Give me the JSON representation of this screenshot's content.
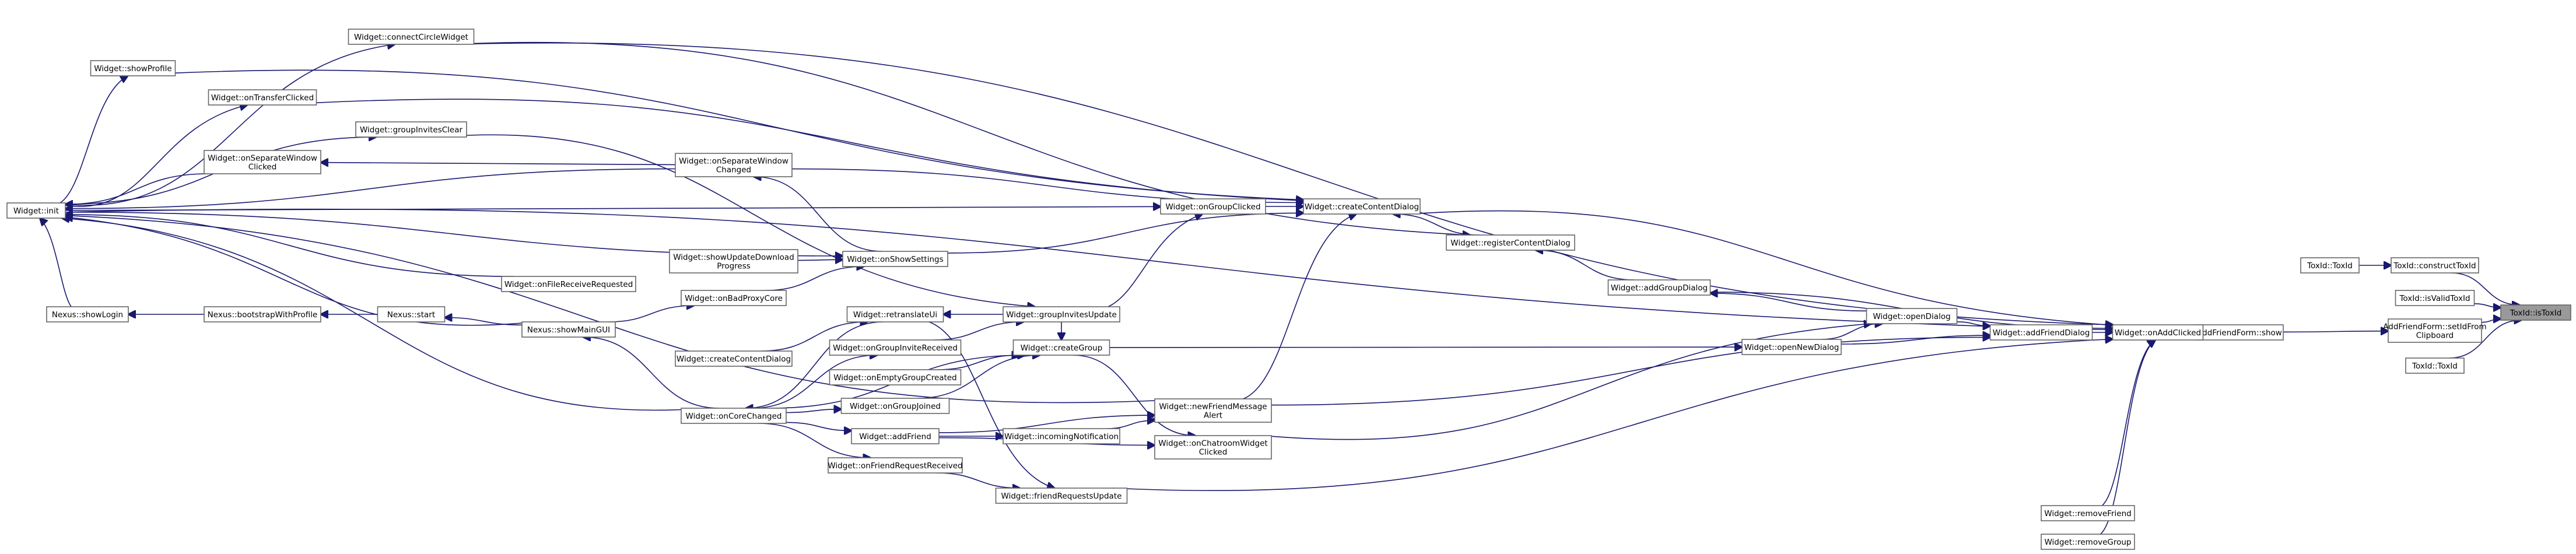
{
  "nodes": [
    {
      "id": "n_toxid_isvalid",
      "lines": [
        "ToxId::isToxId"
      ],
      "highlight": true
    },
    {
      "id": "n_construct",
      "lines": [
        "ToxId::constructToxId"
      ]
    },
    {
      "id": "n_toxid_toxid1",
      "lines": [
        "ToxId::ToxId"
      ]
    },
    {
      "id": "n_isvalidtoxid",
      "lines": [
        "ToxId::isValidToxId"
      ]
    },
    {
      "id": "n_setidfromclip",
      "lines": [
        "AddFriendForm::setIdFrom",
        "Clipboard"
      ]
    },
    {
      "id": "n_toxid_toxid2",
      "lines": [
        "ToxId::ToxId"
      ]
    },
    {
      "id": "n_afform_show",
      "lines": [
        "AddFriendForm::show"
      ]
    },
    {
      "id": "n_onaddclicked",
      "lines": [
        "Widget::onAddClicked"
      ]
    },
    {
      "id": "n_removefriend",
      "lines": [
        "Widget::removeFriend"
      ]
    },
    {
      "id": "n_removegroup",
      "lines": [
        "Widget::removeGroup"
      ]
    },
    {
      "id": "n_addfrienddialog",
      "lines": [
        "Widget::addFriendDialog"
      ]
    },
    {
      "id": "n_opendialog",
      "lines": [
        "Widget::openDialog"
      ]
    },
    {
      "id": "n_addgroupdialog",
      "lines": [
        "Widget::addGroupDialog"
      ]
    },
    {
      "id": "n_opennewdialog",
      "lines": [
        "Widget::openNewDialog"
      ]
    },
    {
      "id": "n_registercontent",
      "lines": [
        "Widget::registerContentDialog"
      ]
    },
    {
      "id": "n_createcontent",
      "lines": [
        "Widget::createContentDialog"
      ]
    },
    {
      "id": "n_ongroupclicked",
      "lines": [
        "Widget::onGroupClicked"
      ]
    },
    {
      "id": "n_newfriendmsg",
      "lines": [
        "Widget::newFriendMessage",
        "Alert"
      ]
    },
    {
      "id": "n_onchatroom",
      "lines": [
        "Widget::onChatroomWidget",
        "Clicked"
      ]
    },
    {
      "id": "n_connectcircle",
      "lines": [
        "Widget::connectCircleWidget"
      ]
    },
    {
      "id": "n_showprofile",
      "lines": [
        "Widget::showProfile"
      ]
    },
    {
      "id": "n_ontransfer",
      "lines": [
        "Widget::onTransferClicked"
      ]
    },
    {
      "id": "n_groupinvitesclear",
      "lines": [
        "Widget::groupInvitesClear"
      ]
    },
    {
      "id": "n_onseparatewin_clk",
      "lines": [
        "Widget::onSeparateWindow",
        "Clicked"
      ]
    },
    {
      "id": "n_onseparatewin_chg",
      "lines": [
        "Widget::onSeparateWindow",
        "Changed"
      ]
    },
    {
      "id": "n_init",
      "lines": [
        "Widget::init"
      ]
    },
    {
      "id": "n_onshowsettings",
      "lines": [
        "Widget::onShowSettings"
      ]
    },
    {
      "id": "n_showupdatedl",
      "lines": [
        "Widget::showUpdateDownload",
        "Progress"
      ]
    },
    {
      "id": "n_onfilereceive",
      "lines": [
        "Widget::onFileReceiveRequested"
      ]
    },
    {
      "id": "n_onbadproxy",
      "lines": [
        "Widget::onBadProxyCore"
      ]
    },
    {
      "id": "n_nexus_showlogin",
      "lines": [
        "Nexus::showLogin"
      ]
    },
    {
      "id": "n_nexus_bootstrap",
      "lines": [
        "Nexus::bootstrapWithProfile"
      ]
    },
    {
      "id": "n_nexus_start",
      "lines": [
        "Nexus::start"
      ]
    },
    {
      "id": "n_nexus_showmain",
      "lines": [
        "Nexus::showMainGUI"
      ]
    },
    {
      "id": "n_retranslate",
      "lines": [
        "Widget::retranslateUi"
      ]
    },
    {
      "id": "n_groupinvitesupdate",
      "lines": [
        "Widget::groupInvitesUpdate"
      ]
    },
    {
      "id": "n_creatcontent2",
      "lines": [
        "Widget::createContentDialog"
      ]
    },
    {
      "id": "n_ongroupinvite",
      "lines": [
        "Widget::onGroupInviteReceived"
      ]
    },
    {
      "id": "n_creategroup",
      "lines": [
        "Widget::createGroup"
      ]
    },
    {
      "id": "n_onemptygroup",
      "lines": [
        "Widget::onEmptyGroupCreated"
      ]
    },
    {
      "id": "n_ongroupjoined",
      "lines": [
        "Widget::onGroupJoined"
      ]
    },
    {
      "id": "n_oncorechanged",
      "lines": [
        "Widget::onCoreChanged"
      ]
    },
    {
      "id": "n_addfriend",
      "lines": [
        "Widget::addFriend"
      ]
    },
    {
      "id": "n_incomingnotif",
      "lines": [
        "Widget::incomingNotification"
      ]
    },
    {
      "id": "n_onfriendreq",
      "lines": [
        "Widget::onFriendRequestReceived"
      ]
    },
    {
      "id": "n_friendrequpdate",
      "lines": [
        "Widget::friendRequestsUpdate"
      ]
    }
  ],
  "edges": [
    [
      "n_construct",
      "n_toxid_isvalid"
    ],
    [
      "n_isvalidtoxid",
      "n_toxid_isvalid"
    ],
    [
      "n_setidfromclip",
      "n_toxid_isvalid"
    ],
    [
      "n_toxid_toxid2",
      "n_toxid_isvalid"
    ],
    [
      "n_toxid_toxid1",
      "n_construct"
    ],
    [
      "n_afform_show",
      "n_setidfromclip"
    ],
    [
      "n_onaddclicked",
      "n_afform_show"
    ],
    [
      "n_removefriend",
      "n_onaddclicked"
    ],
    [
      "n_removegroup",
      "n_onaddclicked"
    ],
    [
      "n_addfrienddialog",
      "n_onaddclicked"
    ],
    [
      "n_addgroupdialog",
      "n_onaddclicked"
    ],
    [
      "n_createcontent",
      "n_onaddclicked"
    ],
    [
      "n_connectcircle",
      "n_onaddclicked"
    ],
    [
      "n_init",
      "n_onaddclicked"
    ],
    [
      "n_friendrequpdate",
      "n_onaddclicked"
    ],
    [
      "n_opendialog",
      "n_addfrienddialog"
    ],
    [
      "n_opennewdialog",
      "n_addfrienddialog"
    ],
    [
      "n_newfriendmsg",
      "n_addfrienddialog"
    ],
    [
      "n_onchatroom",
      "n_opendialog"
    ],
    [
      "n_opendialog",
      "n_addgroupdialog"
    ],
    [
      "n_opennewdialog",
      "n_opendialog"
    ],
    [
      "n_creategroup",
      "n_opennewdialog"
    ],
    [
      "n_addgroupdialog",
      "n_registercontent"
    ],
    [
      "n_registercontent",
      "n_createcontent"
    ],
    [
      "n_ongroupclicked",
      "n_createcontent"
    ],
    [
      "n_newfriendmsg",
      "n_createcontent"
    ],
    [
      "n_onseparatewin_chg",
      "n_createcontent"
    ],
    [
      "n_onshowsettings",
      "n_createcontent"
    ],
    [
      "n_showprofile",
      "n_createcontent"
    ],
    [
      "n_ontransfer",
      "n_createcontent"
    ],
    [
      "n_init",
      "n_ongroupclicked"
    ],
    [
      "n_groupinvitesupdate",
      "n_ongroupclicked"
    ],
    [
      "n_connectcircle",
      "n_registercontent"
    ],
    [
      "n_init",
      "n_connectcircle"
    ],
    [
      "n_init",
      "n_showprofile"
    ],
    [
      "n_init",
      "n_ontransfer"
    ],
    [
      "n_init",
      "n_groupinvitesclear"
    ],
    [
      "n_groupinvitesclear",
      "n_groupinvitesupdate"
    ],
    [
      "n_onseparatewin_chg",
      "n_onseparatewin_clk"
    ],
    [
      "n_onseparatewin_clk",
      "n_init"
    ],
    [
      "n_onseparatewin_chg",
      "n_init"
    ],
    [
      "n_onshowsettings",
      "n_onseparatewin_chg"
    ],
    [
      "n_init",
      "n_onshowsettings"
    ],
    [
      "n_showupdatedl",
      "n_onshowsettings"
    ],
    [
      "n_onbadproxy",
      "n_onshowsettings"
    ],
    [
      "n_onfilereceive",
      "n_init"
    ],
    [
      "n_newfriendmsg",
      "n_init"
    ],
    [
      "n_nexus_showmain",
      "n_onbadproxy"
    ],
    [
      "n_nexus_showlogin",
      "n_init"
    ],
    [
      "n_nexus_bootstrap",
      "n_nexus_showlogin"
    ],
    [
      "n_nexus_start",
      "n_nexus_bootstrap"
    ],
    [
      "n_nexus_showmain",
      "n_nexus_start"
    ],
    [
      "n_nexus_showmain",
      "n_init"
    ],
    [
      "n_oncorechanged",
      "n_nexus_showmain"
    ],
    [
      "n_retranslate",
      "n_oncorechanged"
    ],
    [
      "n_groupinvitesupdate",
      "n_retranslate"
    ],
    [
      "n_creatcontent2",
      "n_retranslate"
    ],
    [
      "n_oncorechanged",
      "n_init"
    ],
    [
      "n_ongroupinvite",
      "n_groupinvitesupdate"
    ],
    [
      "n_oncorechanged",
      "n_ongroupinvite"
    ],
    [
      "n_oncorechanged",
      "n_creategroup"
    ],
    [
      "n_onemptygroup",
      "n_creategroup"
    ],
    [
      "n_ongroupjoined",
      "n_creategroup"
    ],
    [
      "n_oncorechanged",
      "n_ongroupjoined"
    ],
    [
      "n_oncorechanged",
      "n_addfriend"
    ],
    [
      "n_oncorechanged",
      "n_onfriendreq"
    ],
    [
      "n_addfriend",
      "n_newfriendmsg"
    ],
    [
      "n_incomingnotif",
      "n_newfriendmsg"
    ],
    [
      "n_addfriend",
      "n_incomingnotif"
    ],
    [
      "n_creategroup",
      "n_onchatroom"
    ],
    [
      "n_addfriend",
      "n_onchatroom"
    ],
    [
      "n_onfriendreq",
      "n_friendrequpdate"
    ],
    [
      "n_retranslate",
      "n_friendrequpdate"
    ],
    [
      "n_groupinvitesupdate",
      "n_creategroup"
    ]
  ]
}
